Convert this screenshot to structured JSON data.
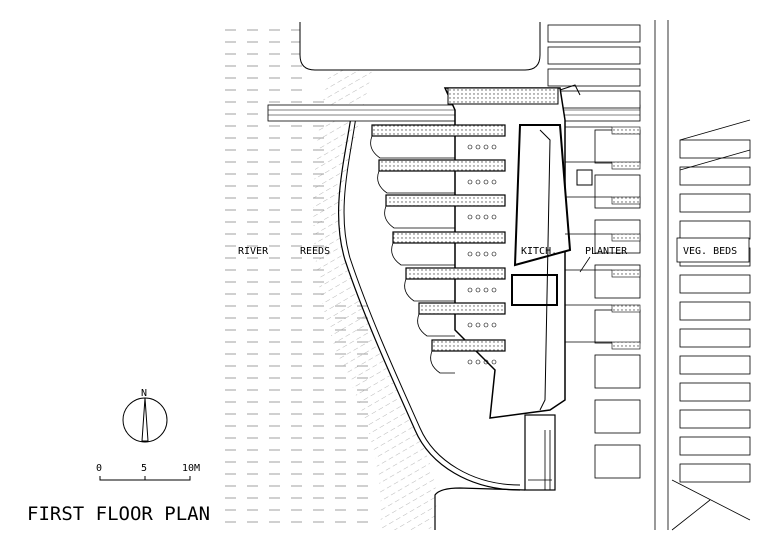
{
  "title": "FIRST FLOOR PLAN",
  "labels": {
    "river": "RIVER",
    "reeds": "REEDS",
    "kitchen": "KITCH.",
    "planter": "PLANTER",
    "veg_beds": "VEG. BEDS"
  },
  "north_arrow": {
    "label": "N"
  },
  "scale_bar": {
    "ticks": [
      "0",
      "5",
      "10M"
    ]
  }
}
